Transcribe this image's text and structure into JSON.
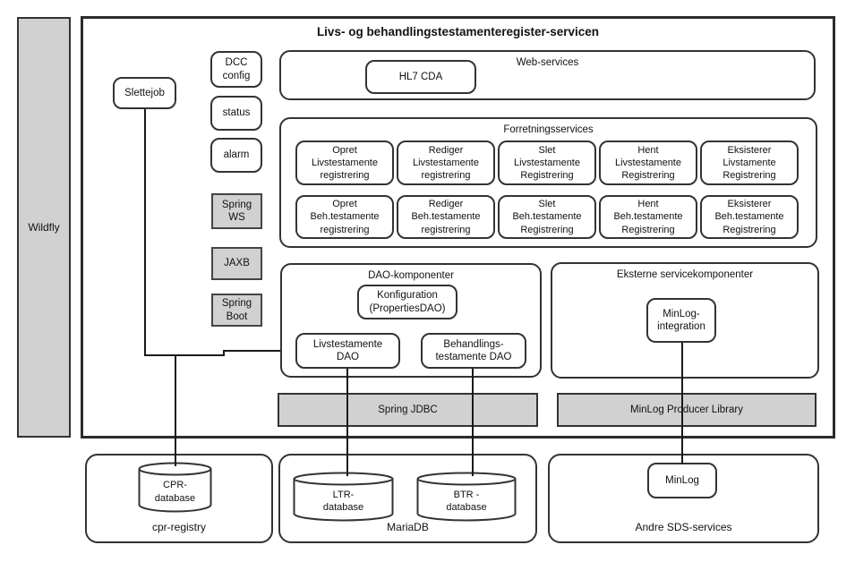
{
  "title": "Livs- og behandlingstestamenteregister-servicen",
  "wildfly": "Wildfly",
  "slettejob": "Slettejob",
  "left_column": [
    {
      "label": "DCC\nconfig"
    },
    {
      "label": "status"
    },
    {
      "label": "alarm"
    },
    {
      "label": "Spring\nWS"
    },
    {
      "label": "JAXB"
    },
    {
      "label": "Spring\nBoot"
    }
  ],
  "web_services": {
    "label": "Web-services",
    "hl7_cda": "HL7 CDA"
  },
  "forretningsservices": {
    "label": "Forretningsservices",
    "row1": [
      "Opret\nLivstestamente\nregistrering",
      "Rediger\nLivstestamente\nregistrering",
      "Slet\nLivstestamente\nRegistrering",
      "Hent\nLivstestamente\nRegistrering",
      "Eksisterer\nLivstamente\nRegistrering"
    ],
    "row2": [
      "Opret\nBeh.testamente\nregistrering",
      "Rediger\nBeh.testamente\nregistrering",
      "Slet\nBeh.testamente\nRegistrering",
      "Hent\nBeh.testamente\nRegistrering",
      "Eksisterer\nBeh.testamente\nRegistrering"
    ]
  },
  "dao": {
    "label": "DAO-komponenter",
    "konfiguration": "Konfiguration\n(PropertiesDAO)",
    "livstestamente_dao": "Livstestamente\nDAO",
    "behandlings_dao": "Behandlings-\ntestamente DAO"
  },
  "eksterne": {
    "label": "Eksterne servicekomponenter",
    "minlog_integration": "MinLog-\nintegration"
  },
  "bars": {
    "spring_jdbc": "Spring JDBC",
    "minlog_producer": "MinLog Producer Library"
  },
  "bottom": {
    "cpr": {
      "db": "CPR-\ndatabase",
      "label": "cpr-registry"
    },
    "mariadb": {
      "ltr_db": "LTR-\ndatabase",
      "btr_db": "BTR -\ndatabase",
      "label": "MariaDB"
    },
    "sds": {
      "minlog": "MinLog",
      "label": "Andre SDS-services"
    }
  },
  "colors": {
    "gray_fill": "#d1d1d1",
    "border": "#333333",
    "line": "#1a1a1a",
    "background": "#ffffff"
  }
}
